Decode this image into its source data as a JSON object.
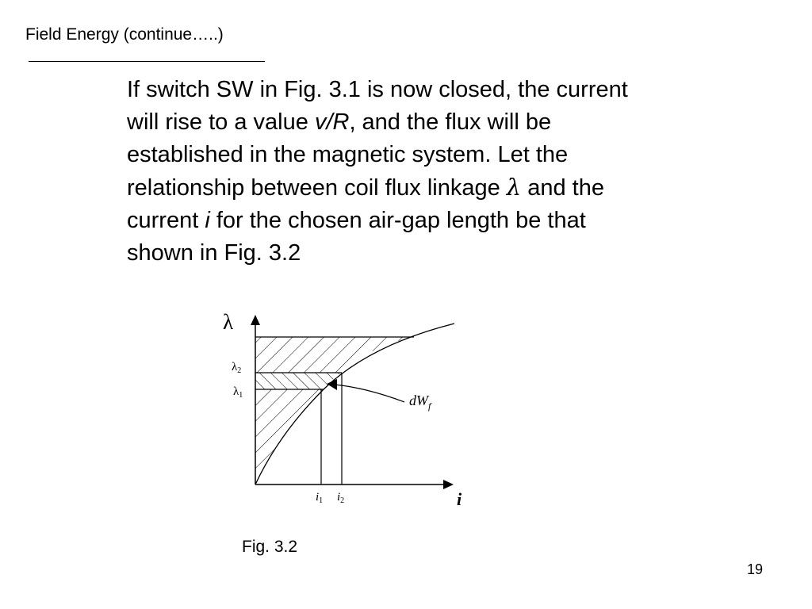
{
  "slide": {
    "title": "Field Energy (continue…..)",
    "page_number": "19"
  },
  "body": {
    "line1": "If switch SW in Fig. 3.1 is now closed, the current",
    "line2_a": "will rise to a value ",
    "line2_b": "v/R",
    "line2_c": ", and the flux will be",
    "line3": "established in the magnetic system. Let the",
    "line4_a": "relationship between coil flux linkage ",
    "line4_b": "λ",
    "line4_c": " and the",
    "line5_a": "current ",
    "line5_b": "i",
    "line5_c": " for the chosen air-gap length be that",
    "line6": "shown in Fig. 3.2"
  },
  "figure": {
    "y_axis_symbol": "λ",
    "x_axis_symbol": "i",
    "lambda_sym": "λ",
    "i_sym": "i",
    "sub_1": "1",
    "sub_2": "2",
    "dw_main": "dW",
    "dw_sub": "f",
    "caption": "Fig. 3.2"
  }
}
